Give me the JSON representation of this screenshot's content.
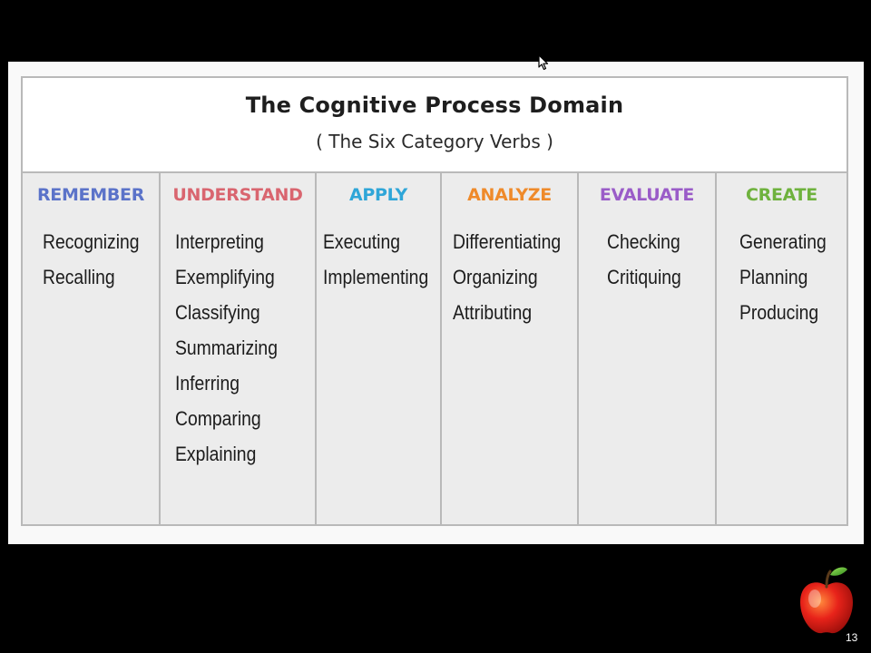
{
  "title": "The Cognitive Process Domain",
  "subtitle": "( The Six Category Verbs )",
  "categories": [
    {
      "name": "REMEMBER",
      "color": "#5b73c9",
      "verbs": [
        "Recognizing",
        "Recalling"
      ]
    },
    {
      "name": "UNDERSTAND",
      "color": "#d9656f",
      "verbs": [
        "Interpreting",
        "Exemplifying",
        "Classifying",
        "Summarizing",
        "Inferring",
        "Comparing",
        "Explaining"
      ]
    },
    {
      "name": "APPLY",
      "color": "#2fa6d8",
      "verbs": [
        "Executing",
        "Implementing"
      ]
    },
    {
      "name": "ANALYZE",
      "color": "#ef8a2a",
      "verbs": [
        "Differentiating",
        "Organizing",
        "Attributing"
      ]
    },
    {
      "name": "EVALUATE",
      "color": "#9a5cc8",
      "verbs": [
        "Checking",
        "Critiquing"
      ]
    },
    {
      "name": "CREATE",
      "color": "#6fb23e",
      "verbs": [
        "Generating",
        "Planning",
        "Producing"
      ]
    }
  ],
  "page_number": "13",
  "icons": {
    "cursor": "mouse-pointer-icon",
    "logo": "apple-icon"
  }
}
